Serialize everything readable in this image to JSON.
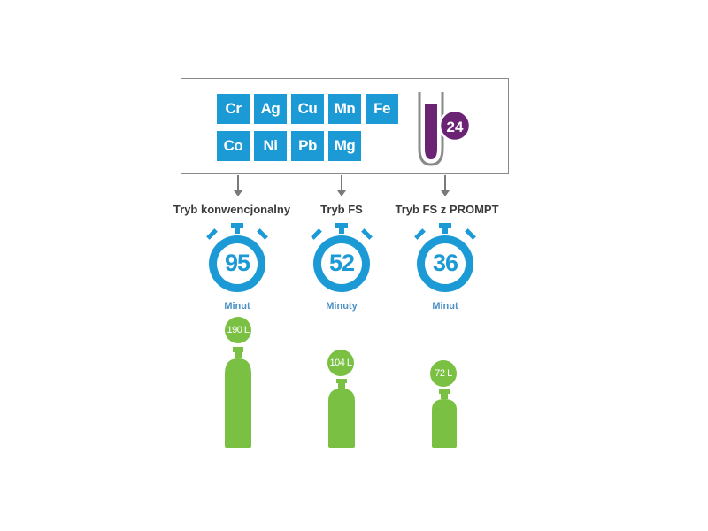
{
  "elements": [
    "Cr",
    "Ag",
    "Cu",
    "Mn",
    "Fe",
    "Co",
    "Ni",
    "Pb",
    "Mg"
  ],
  "sample_count": "24",
  "modes": [
    {
      "label": "Tryb konwencjonalny",
      "minutes": "95",
      "unit": "Minut",
      "gas": "190 L"
    },
    {
      "label": "Tryb FS",
      "minutes": "52",
      "unit": "Minuty",
      "gas": "104 L"
    },
    {
      "label": "Tryb FS z PROMPT",
      "minutes": "36",
      "unit": "Minut",
      "gas": "72 L"
    }
  ],
  "colors": {
    "blue": "#1c9ad6",
    "green": "#7ac143",
    "purple": "#6b2373",
    "gray": "#8a8a8a"
  }
}
